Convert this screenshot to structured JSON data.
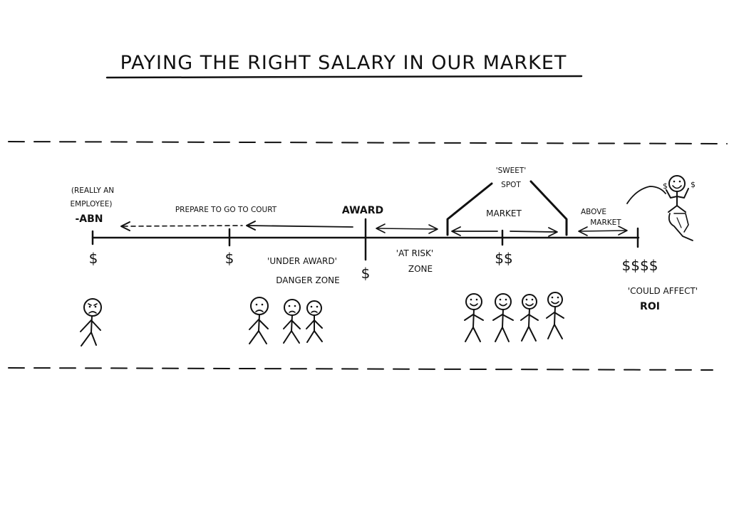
{
  "title": "Paying The Right Salary In Our Market",
  "labels": {
    "abn_note_line1": "(Really an",
    "abn_note_line2": "Employee)",
    "abn": "-ABN",
    "prepare_court": "Prepare to go to court",
    "award": "Award",
    "under_award": "'Under Award'",
    "danger_zone": "Danger zone",
    "at_risk_line1": "'At risk'",
    "at_risk_line2": "zone",
    "sweet_line1": "'Sweet'",
    "sweet_line2": "spot",
    "market": "Market",
    "above_market_line1": "Above",
    "above_market_line2": "market",
    "could_affect": "'Could affect'",
    "roi": "ROI"
  },
  "ticks": {
    "abn": "$",
    "under_award": "$",
    "award": "$",
    "market": "$$",
    "above_market": "$$$$"
  },
  "figures": {
    "abn": [
      "angry"
    ],
    "under_award": [
      "sad",
      "sad",
      "sad"
    ],
    "market": [
      "happy",
      "happy",
      "happy",
      "happy"
    ],
    "above_market": [
      "happy"
    ]
  },
  "colors": {
    "ink": "#111111",
    "paper": "#ffffff"
  }
}
